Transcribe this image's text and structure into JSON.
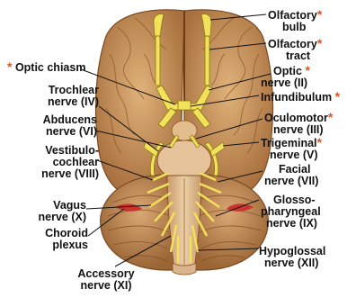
{
  "accent_color": "#e8501e",
  "asterisk": "*",
  "labels": {
    "olfactory_bulb": [
      "Olfactory",
      "bulb"
    ],
    "olfactory_tract": [
      "Olfactory",
      "tract"
    ],
    "optic_chiasm": [
      "Optic chiasm"
    ],
    "optic_nerve": [
      "Optic",
      "nerve (II)"
    ],
    "infundibulum": [
      "Infundibulum"
    ],
    "oculomotor": [
      "Oculomotor",
      "nerve (III)"
    ],
    "trigeminal": [
      "Trigeminal",
      "nerve (V)"
    ],
    "trochlear": [
      "Trochlear",
      "nerve (IV)"
    ],
    "abducens": [
      "Abducens",
      "nerve (VI)"
    ],
    "vestibulocochlear": [
      "Vestibulo-",
      "cochlear",
      "nerve (VIII)"
    ],
    "facial": [
      "Facial",
      "nerve (VII)"
    ],
    "vagus": [
      "Vagus",
      "nerve (X)"
    ],
    "glossopharyngeal": [
      "Glosso-",
      "pharyngeal",
      "nerve (IX)"
    ],
    "choroid_plexus": [
      "Choroid",
      "plexus"
    ],
    "hypoglossal": [
      "Hypoglossal",
      "nerve (XII)"
    ],
    "accessory": [
      "Accessory",
      "nerve (XI)"
    ]
  }
}
